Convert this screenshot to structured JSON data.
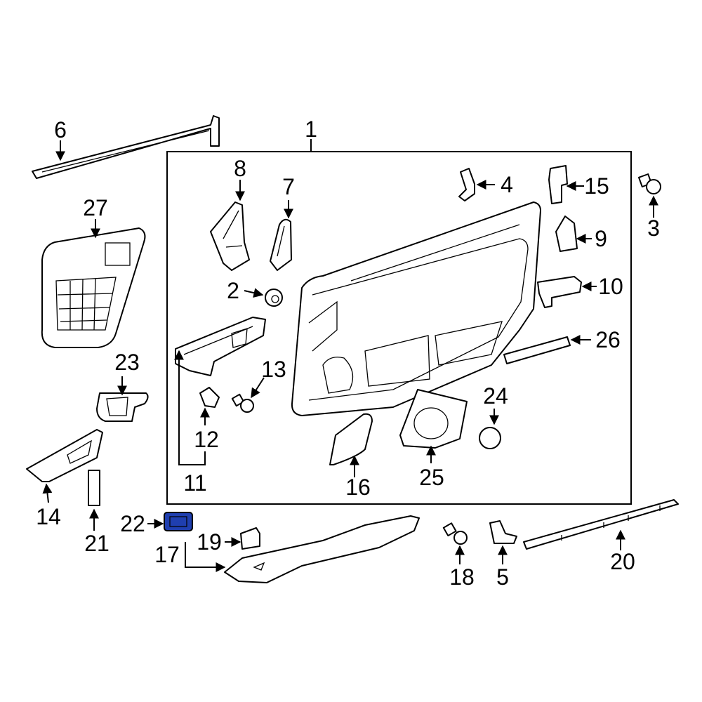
{
  "diagram": {
    "callouts": {
      "c1": "1",
      "c2": "2",
      "c3": "3",
      "c4": "4",
      "c5": "5",
      "c6": "6",
      "c7": "7",
      "c8": "8",
      "c9": "9",
      "c10": "10",
      "c11": "11",
      "c12": "12",
      "c13": "13",
      "c14": "14",
      "c15": "15",
      "c16": "16",
      "c17": "17",
      "c18": "18",
      "c19": "19",
      "c20": "20",
      "c21": "21",
      "c22": "22",
      "c23": "23",
      "c24": "24",
      "c25": "25",
      "c26": "26",
      "c27": "27"
    },
    "colors": {
      "line": "#000000",
      "background": "#ffffff",
      "highlight": "#1f3fb0"
    },
    "highlighted_part": "22"
  }
}
